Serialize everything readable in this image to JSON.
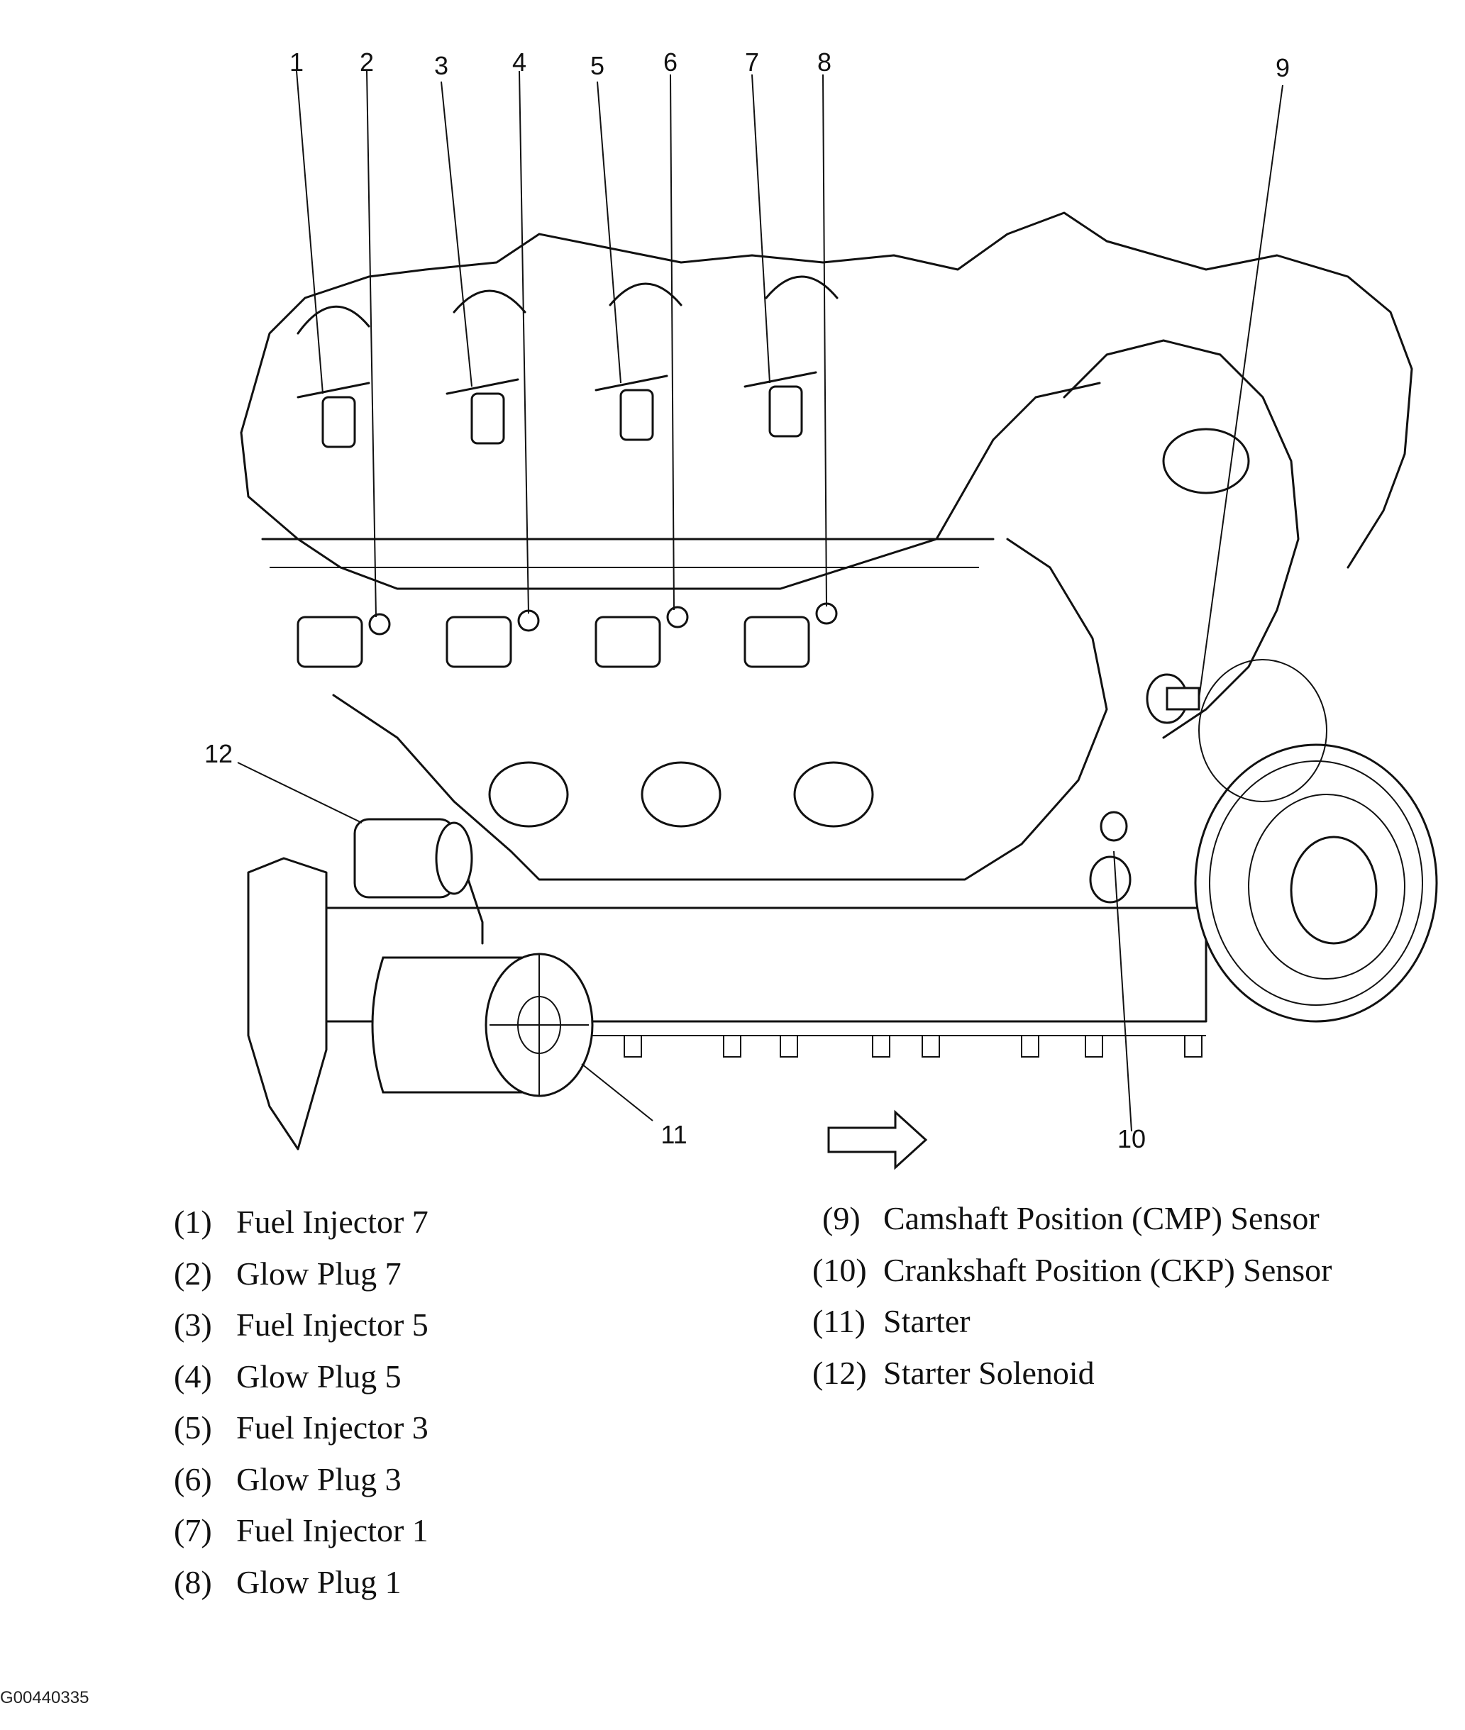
{
  "callouts": [
    "1",
    "2",
    "3",
    "4",
    "5",
    "6",
    "7",
    "8",
    "9",
    "10",
    "11",
    "12"
  ],
  "legend": [
    {
      "num": "(1)",
      "label": "Fuel Injector 7"
    },
    {
      "num": "(2)",
      "label": "Glow Plug 7"
    },
    {
      "num": "(3)",
      "label": "Fuel Injector 5"
    },
    {
      "num": "(4)",
      "label": "Glow Plug 5"
    },
    {
      "num": "(5)",
      "label": "Fuel Injector 3"
    },
    {
      "num": "(6)",
      "label": "Glow Plug 3"
    },
    {
      "num": "(7)",
      "label": "Fuel Injector 1"
    },
    {
      "num": "(8)",
      "label": "Glow Plug 1"
    },
    {
      "num": "(9)",
      "label": "Camshaft Position (CMP) Sensor"
    },
    {
      "num": "(10)",
      "label": "Crankshaft Position (CKP) Sensor"
    },
    {
      "num": "(11)",
      "label": "Starter"
    },
    {
      "num": "(12)",
      "label": "Starter Solenoid"
    }
  ],
  "figure_id": "G00440335"
}
